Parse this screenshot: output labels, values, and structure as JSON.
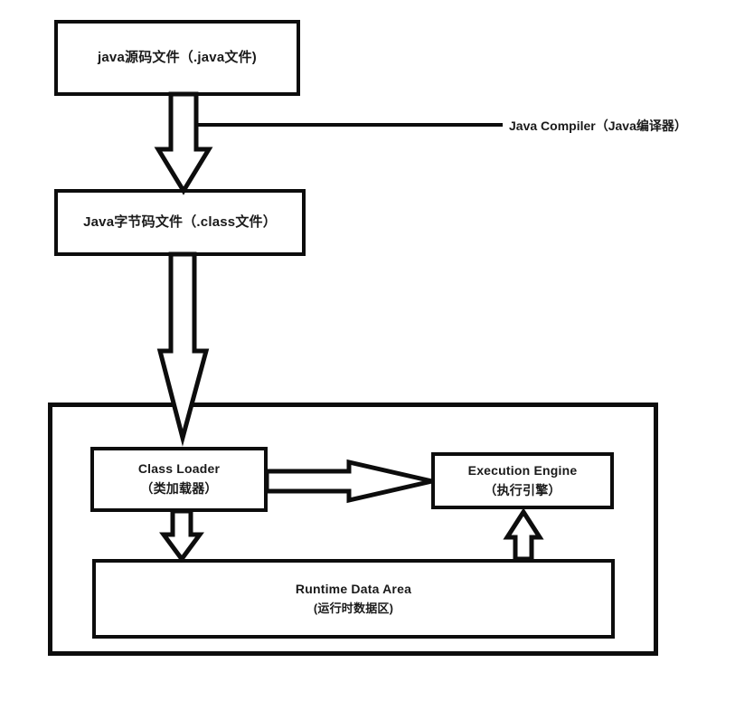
{
  "diagram": {
    "title": "Java Execution Flow / JVM Architecture",
    "boxes": {
      "source_file": {
        "line1": "java源码文件（.java文件)"
      },
      "bytecode_file": {
        "line1": "Java字节码文件（.class文件）"
      },
      "class_loader": {
        "line1": "Class Loader",
        "line2": "（类加载器）"
      },
      "execution_engine": {
        "line1": "Execution Engine",
        "line2": "（执行引擎）"
      },
      "runtime_data_area": {
        "line1": "Runtime Data Area",
        "line2": "(运行时数据区)"
      },
      "jvm_container": {
        "line1": ""
      }
    },
    "labels": {
      "java_compiler": "Java Compiler（Java编译器）"
    },
    "connectors": [
      {
        "name": "source-to-bytecode-arrow",
        "from": "source_file",
        "to": "bytecode_file",
        "direction": "down",
        "style": "hollow-block-arrow"
      },
      {
        "name": "compiler-leader-line",
        "from": "source-to-bytecode-arrow",
        "to": "java_compiler",
        "direction": "right",
        "style": "plain-line"
      },
      {
        "name": "bytecode-to-classloader-arrow",
        "from": "bytecode_file",
        "to": "class_loader",
        "direction": "down",
        "style": "hollow-block-arrow"
      },
      {
        "name": "classloader-to-executionengine-arrow",
        "from": "class_loader",
        "to": "execution_engine",
        "direction": "right",
        "style": "hollow-block-arrow"
      },
      {
        "name": "classloader-to-runtimedata-arrow",
        "from": "class_loader",
        "to": "runtime_data_area",
        "direction": "down",
        "style": "hollow-block-arrow"
      },
      {
        "name": "runtimedata-to-executionengine-arrow",
        "from": "runtime_data_area",
        "to": "execution_engine",
        "direction": "up",
        "style": "hollow-block-arrow"
      }
    ],
    "colors": {
      "stroke": "#0d0d0d",
      "fill": "#ffffff",
      "text": "#1a1a1a"
    }
  }
}
